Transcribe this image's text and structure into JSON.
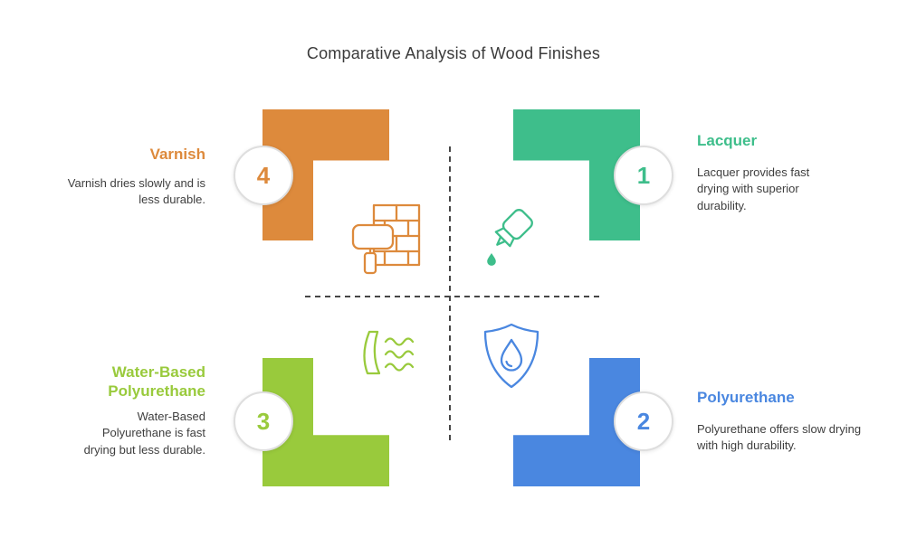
{
  "title": "Comparative Analysis of Wood Finishes",
  "items": [
    {
      "number": "1",
      "label": "Lacquer",
      "description": "Lacquer provides fast drying with superior durability.",
      "color": "#3EBE8B",
      "icon": "glue-bottle-icon"
    },
    {
      "number": "2",
      "label": "Polyurethane",
      "description": "Polyurethane offers slow drying with high durability.",
      "color": "#4A87E0",
      "icon": "shield-water-drop-icon"
    },
    {
      "number": "3",
      "label": "Water-Based Polyurethane",
      "description": "Water-Based Polyurethane is fast drying but less durable.",
      "color": "#99CA3C",
      "icon": "water-waves-icon"
    },
    {
      "number": "4",
      "label": "Varnish",
      "description": "Varnish dries slowly and is less durable.",
      "color": "#DD8A3C",
      "icon": "paint-roller-icon"
    }
  ]
}
